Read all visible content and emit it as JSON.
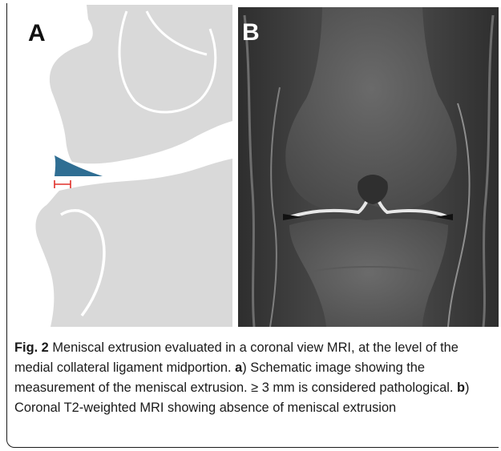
{
  "figure": {
    "panel_a_label": "A",
    "panel_b_label": "B",
    "caption": {
      "fig_label": "Fig. 2",
      "lead": " Meniscal extrusion evaluated in a coronal view MRI, at the level of the medial collateral ligament midportion. ",
      "part_a_letter": "a",
      "part_a_text": ") Schematic image showing the measurement of the meniscal extrusion. ≥ 3 mm is considered pathological. ",
      "part_b_letter": "b",
      "part_b_text": ") Coronal T2-weighted MRI showing absence of meniscal extrusion"
    }
  },
  "colors": {
    "bone_fill": "#d9d9d9",
    "meniscus_fill": "#2f6e93",
    "measurement_line": "#e0302a",
    "mri_background": "#3e3e3e"
  }
}
